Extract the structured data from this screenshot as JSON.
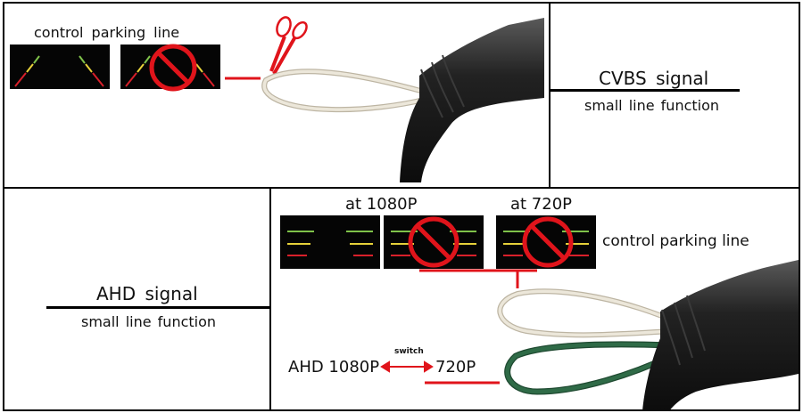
{
  "cvbs": {
    "title": "CVBS signal",
    "subtitle": "small line function",
    "parking_label": "control parking line"
  },
  "ahd": {
    "title": "AHD signal",
    "subtitle": "small line function",
    "label_1080": "at 1080P",
    "label_720": "at 720P",
    "parking_label": "control parking line",
    "mode_left": "AHD 1080P",
    "switch_label": "switch",
    "mode_right": "720P"
  },
  "colors": {
    "accent_red": "#e0141b",
    "wire_white": "#e7e2d4",
    "wire_green": "#2f6b47",
    "cable_black": "#1b1b1b"
  }
}
